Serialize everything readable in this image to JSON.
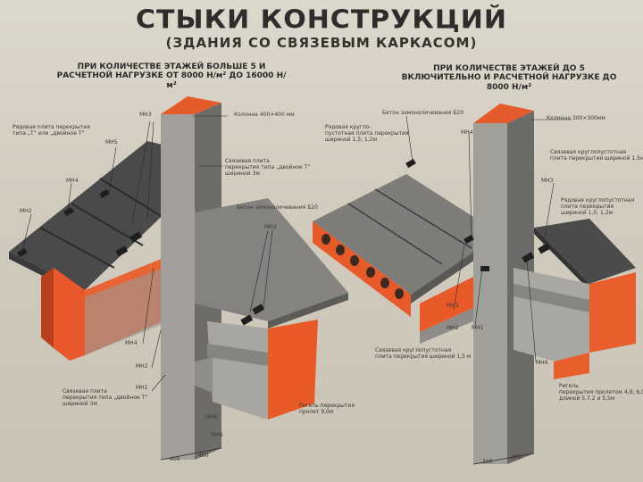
{
  "title": "СТЫКИ КОНСТРУКЦИЙ",
  "subtitle": "(ЗДАНИЯ СО СВЯЗЕВЫМ КАРКАСОМ)",
  "left_heading": "ПРИ КОЛИЧЕСТВЕ ЭТАЖЕЙ БОЛЬШЕ 5 И РАСЧЕТНОЙ НАГРУЗКЕ ОТ 8000 Н/м² ДО 16000 Н/м²",
  "right_heading": "ПРИ КОЛИЧЕСТВЕ ЭТАЖЕЙ ДО 5 ВКЛЮЧИТЕЛЬНО И РАСЧЕТНОЙ НАГРУЗКЕ ДО 8000 Н/м²",
  "labels": {
    "mn3_a": "МН3",
    "mn5_a": "МН5",
    "mn4_a": "МН4",
    "mn2_a": "МН2",
    "edge_slab_t": "Рядовая плита перекрытия\nтипа „Т“ или „двойное Т“",
    "column_400": "Колонна 400×400 мм",
    "tie_slab_t": "Связевая плита\nперекрытия типа „двойное Т“\nшириной 3м",
    "concrete_b20_a": "Бетон замоноличивания Б20",
    "mn3_b": "МН3",
    "mn4_b": "МН4",
    "mn2_b": "МН2",
    "mn1_a": "МН1",
    "tie_slab_bottom": "Связевая плита\nперекрытия типа „двойное Т“\nшириной 3м",
    "mn6_a": "МН6",
    "mn6_b": "МН6",
    "crossbar_a": "Ригель перекрытия\nпролет 9,0м",
    "dim_400a": "400",
    "dim_400b": "400",
    "concrete_b20_b": "Бетон замоноличивания Б20",
    "hollow_slab": "Рядовая кругло-\nпустотная плита перекрытия\nшириной 1,5; 1,2м",
    "mn4_c": "МН4",
    "column_300": "Колонна 300×300мм",
    "tie_hollow_slab": "Связевая круглопустотная\nплита перекрытия шириной 1,5м",
    "mn3_c": "МН3",
    "row_hollow_slab": "Рядовая круглопустотная\nплита перекрытия\nшириной 1,5; 1,2м",
    "mn3_d": "МН3",
    "mn2_c": "МН2",
    "mn1_b": "МН1",
    "tie_hollow_bottom": "Связевая круглопустотная\nплита перекрытия шириной 1,5 м",
    "mn6_c": "МН6",
    "crossbar_b": "Ригель\nперекрытия пролетом 4,8; 6,0 м\nдлиной 5,7,2 и 5,5м",
    "dim_300a": "300",
    "dim_300b": "300"
  },
  "colors": {
    "accent_orange": "#e85a28",
    "concrete_gray": "#a3a09b",
    "slab_dark": "#4a4a4b",
    "paper": "#d2ccbf"
  }
}
